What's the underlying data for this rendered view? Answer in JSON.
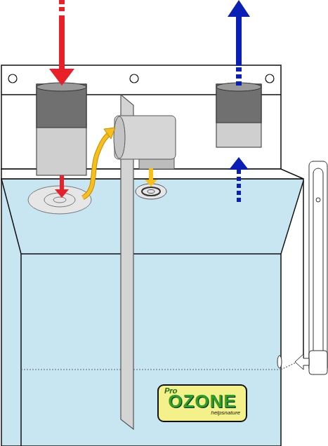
{
  "diagram": {
    "nodes": [
      {
        "text": [
          "Pro",
          "OZONE",
          "helpsnature"
        ]
      }
    ]
  }
}
